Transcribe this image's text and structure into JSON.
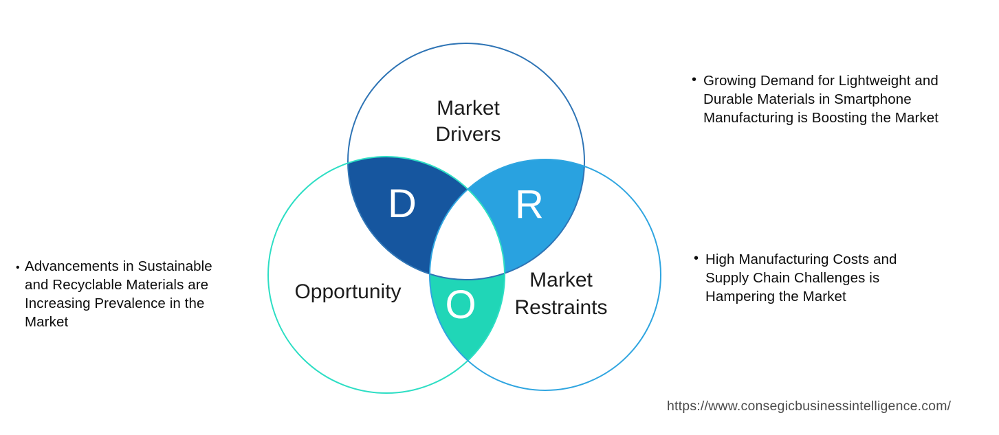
{
  "venn": {
    "drivers": {
      "label_line1": "Market",
      "label_line2": "Drivers",
      "stroke": "#2E74B5"
    },
    "opportunity": {
      "label": "Opportunity",
      "stroke": "#2DDEC4"
    },
    "restraints": {
      "label_line1": "Market",
      "label_line2": "Restraints",
      "stroke": "#2FA5E0"
    },
    "regions": {
      "d": {
        "letter": "D",
        "fill": "#16569F"
      },
      "r": {
        "letter": "R",
        "fill": "#29A2E0"
      },
      "o": {
        "letter": "O",
        "fill": "#20D6B7"
      },
      "center_fill": "#FFFFFF",
      "letter_color": "#FFFFFF"
    }
  },
  "notes": {
    "bullet_char": "•",
    "left": {
      "lines": [
        "Advancements in Sustainable",
        "and Recyclable Materials are",
        "Increasing Prevalence in the",
        "Market"
      ]
    },
    "right_top": {
      "lines": [
        "Growing Demand for Lightweight and",
        "Durable Materials in Smartphone",
        "Manufacturing is Boosting the Market"
      ]
    },
    "right_bottom": {
      "lines": [
        "High Manufacturing Costs and",
        "Supply Chain Challenges is",
        "Hampering the Market"
      ]
    }
  },
  "footer": {
    "url": "https://www.consegicbusinessintelligence.com/"
  }
}
